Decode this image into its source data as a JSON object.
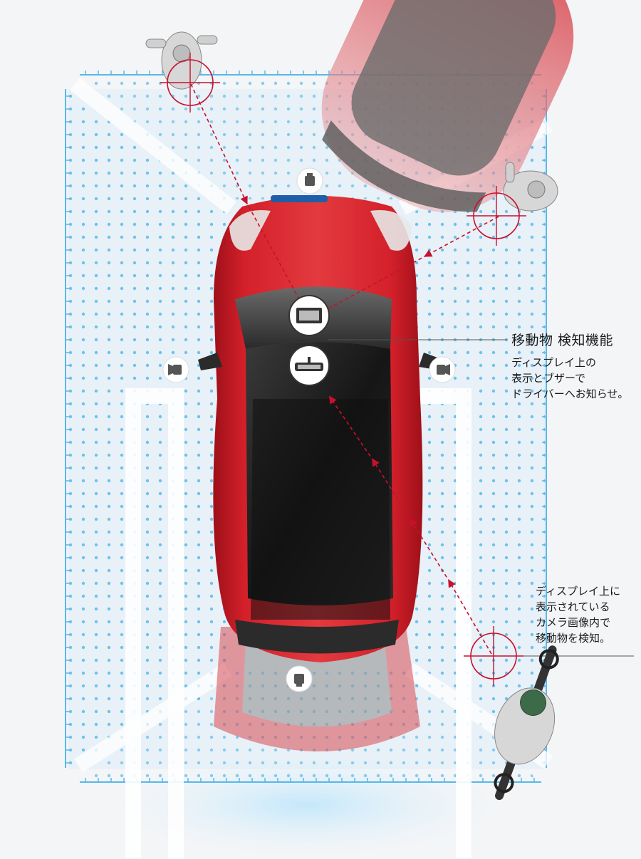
{
  "feature": {
    "title": "移動物 検知機能",
    "lines": [
      "ディスプレイ上の",
      "表示とブザーで",
      "ドライバーへお知らせ。"
    ]
  },
  "detection_note": {
    "lines": [
      "ディスプレイ上に",
      "表示されている",
      "カメラ画像内で",
      "移動物を検知。"
    ]
  },
  "icons": {
    "front_camera": "front-camera-icon",
    "rear_camera": "rear-camera-icon",
    "left_camera": "left-camera-icon",
    "right_camera": "right-camera-icon",
    "display": "display-icon",
    "mirror": "rearview-mirror-icon"
  },
  "colors": {
    "car_red": "#d4202a",
    "roof_black": "#1e1e1e",
    "zone_blue": "#2ea8e6",
    "target_red": "#c8102e"
  }
}
